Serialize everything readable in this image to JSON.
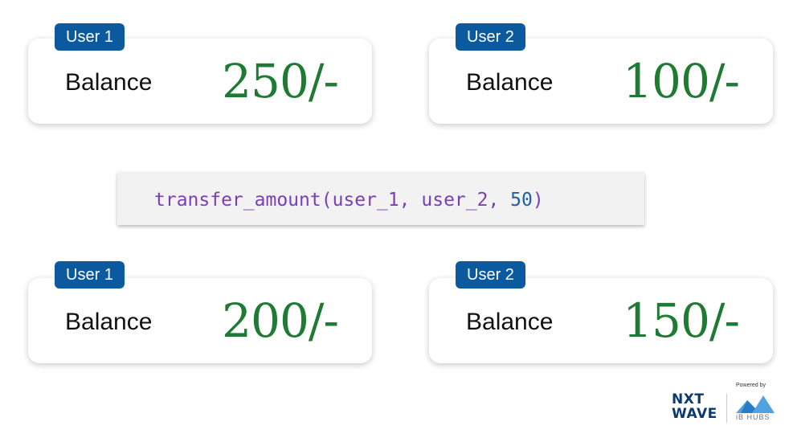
{
  "cards": [
    {
      "badge": "User 1",
      "label": "Balance",
      "value": "250/-"
    },
    {
      "badge": "User 2",
      "label": "Balance",
      "value": "100/-"
    },
    {
      "badge": "User 1",
      "label": "Balance",
      "value": "200/-"
    },
    {
      "badge": "User 2",
      "label": "Balance",
      "value": "150/-"
    }
  ],
  "code": {
    "fn": "transfer_amount",
    "open": "(",
    "arg1": "user_1",
    "sep1": ", ",
    "arg2": "user_2",
    "sep2": ", ",
    "num": "50",
    "close": ")"
  },
  "logo": {
    "nxt": "NXT",
    "wave": "WAVE",
    "powered": "Powered by",
    "ibhubs": "iB HUBS"
  },
  "colors": {
    "badge": "#0b5aa0",
    "value": "#1f7a34",
    "code_fn": "#7a3fb5",
    "code_num": "#1f5fa8"
  }
}
